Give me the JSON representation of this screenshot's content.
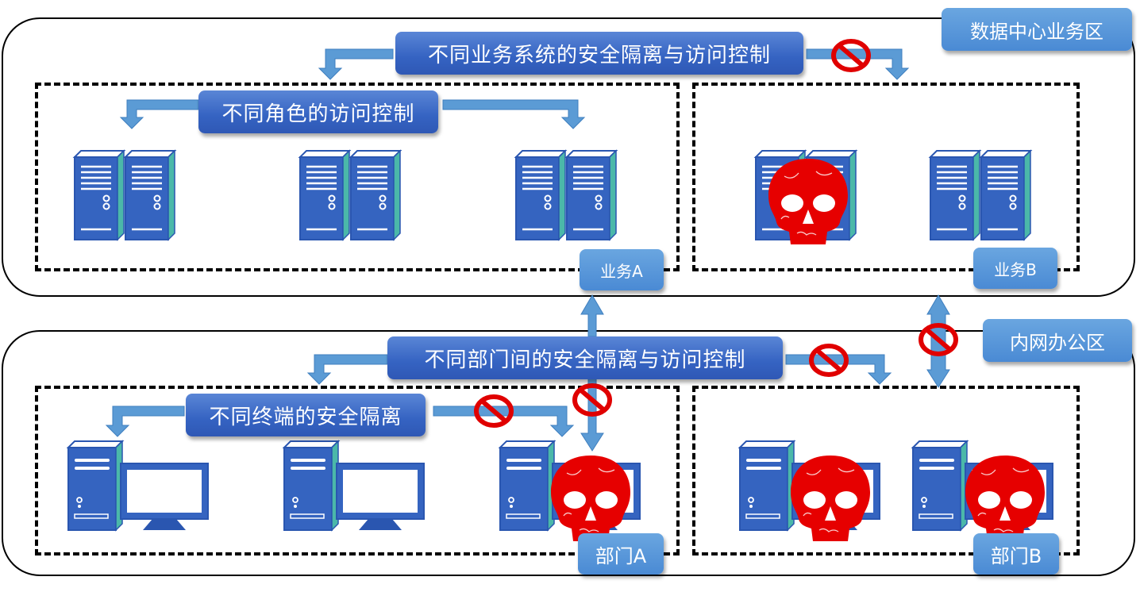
{
  "diagram": {
    "zones": [
      {
        "id": "datacenter",
        "label": "数据中心业务区"
      },
      {
        "id": "intranet",
        "label": "内网办公区"
      }
    ],
    "controls": {
      "datacenter_main": "不同业务系统的安全隔离与访问控制",
      "role_control": "不同角色的访问控制",
      "intranet_main": "不同部门间的安全隔离与访问控制",
      "terminal_isolation": "不同终端的安全隔离"
    },
    "groups": [
      {
        "id": "bizA",
        "label": "业务A",
        "servers": 3,
        "compromised": 0
      },
      {
        "id": "bizB",
        "label": "业务B",
        "servers": 2,
        "compromised": 1
      },
      {
        "id": "deptA",
        "label": "部门A",
        "terminals": 3,
        "compromised": 1
      },
      {
        "id": "deptB",
        "label": "部门B",
        "terminals": 2,
        "compromised": 2
      }
    ],
    "icons": {
      "server": "server-rack-icon",
      "desktop": "desktop-computer-icon",
      "malware": "skull-icon",
      "blocked": "prohibited-icon",
      "flow": "arrow-icon"
    },
    "colors": {
      "dark_button": "#3563c2",
      "light_button": "#4a8ad4",
      "arrow": "#5b9bd5",
      "blocked": "#e00000",
      "skull": "#e00000",
      "device": "#2f5bb7"
    }
  }
}
